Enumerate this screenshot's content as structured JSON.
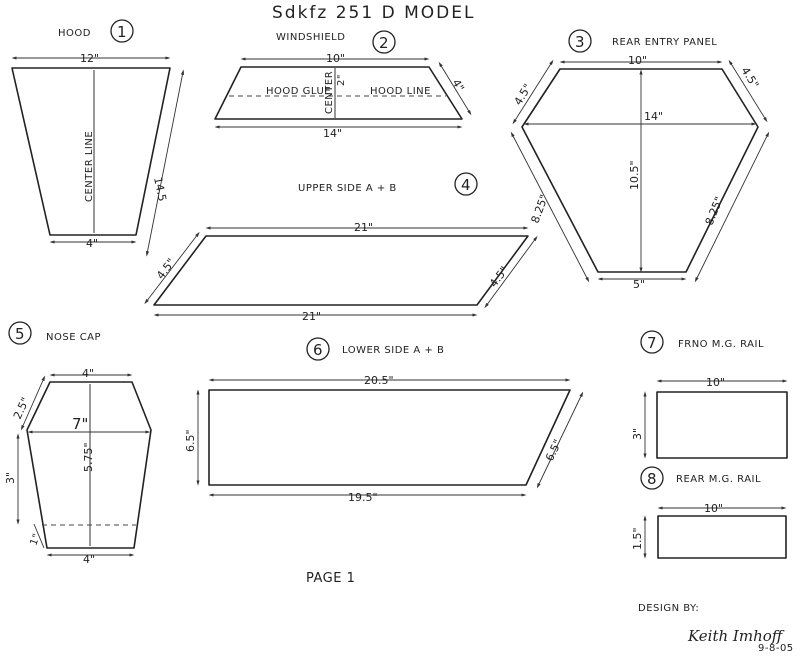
{
  "title": "Sdkfz 251 D MODEL",
  "page_label": "PAGE 1",
  "design_by_label": "DESIGN BY:",
  "signature": "Keith Imhoff",
  "date": "9-8-05",
  "parts": {
    "hood": {
      "name": "HOOD",
      "number": "1",
      "top": "12\"",
      "bottom": "4\"",
      "side": "14.5",
      "center": "CENTER LINE"
    },
    "windshield": {
      "name": "WINDSHIELD",
      "number": "2",
      "top": "10\"",
      "bottom": "14\"",
      "side": "4\"",
      "center_h": "2\"",
      "center": "CENTER",
      "glue_left": "HOOD GLUE",
      "glue_right": "HOOD LINE"
    },
    "rear_panel": {
      "name": "REAR ENTRY PANEL",
      "number": "3",
      "top": "10\"",
      "width": "14\"",
      "height": "10.5\"",
      "bottom": "5\"",
      "upper_left": "4.5\"",
      "upper_right": "4.5\"",
      "lower_left": "8.25\"",
      "lower_right": "8.25\""
    },
    "upper_side": {
      "name": "UPPER SIDE A + B",
      "number": "4",
      "top": "21\"",
      "bottom": "21\"",
      "left": "4.5\"",
      "right": "4.5\""
    },
    "nose_cap": {
      "name": "NOSE CAP",
      "number": "5",
      "top": "4\"",
      "width": "7\"",
      "height": "5.75\"",
      "bottom": "4\"",
      "upper_side": "2.5\"",
      "left": "3\"",
      "lower_side": "1\""
    },
    "lower_side": {
      "name": "LOWER SIDE A + B",
      "number": "6",
      "top": "20.5\"",
      "bottom": "19.5\"",
      "left": "6.5\"",
      "right": "6.5\""
    },
    "front_rail": {
      "name": "FRNO M.G. RAIL",
      "number": "7",
      "length": "10\"",
      "height": "3\""
    },
    "rear_rail": {
      "name": "REAR M.G. RAIL",
      "number": "8",
      "length": "10\"",
      "height": "1.5\""
    }
  }
}
